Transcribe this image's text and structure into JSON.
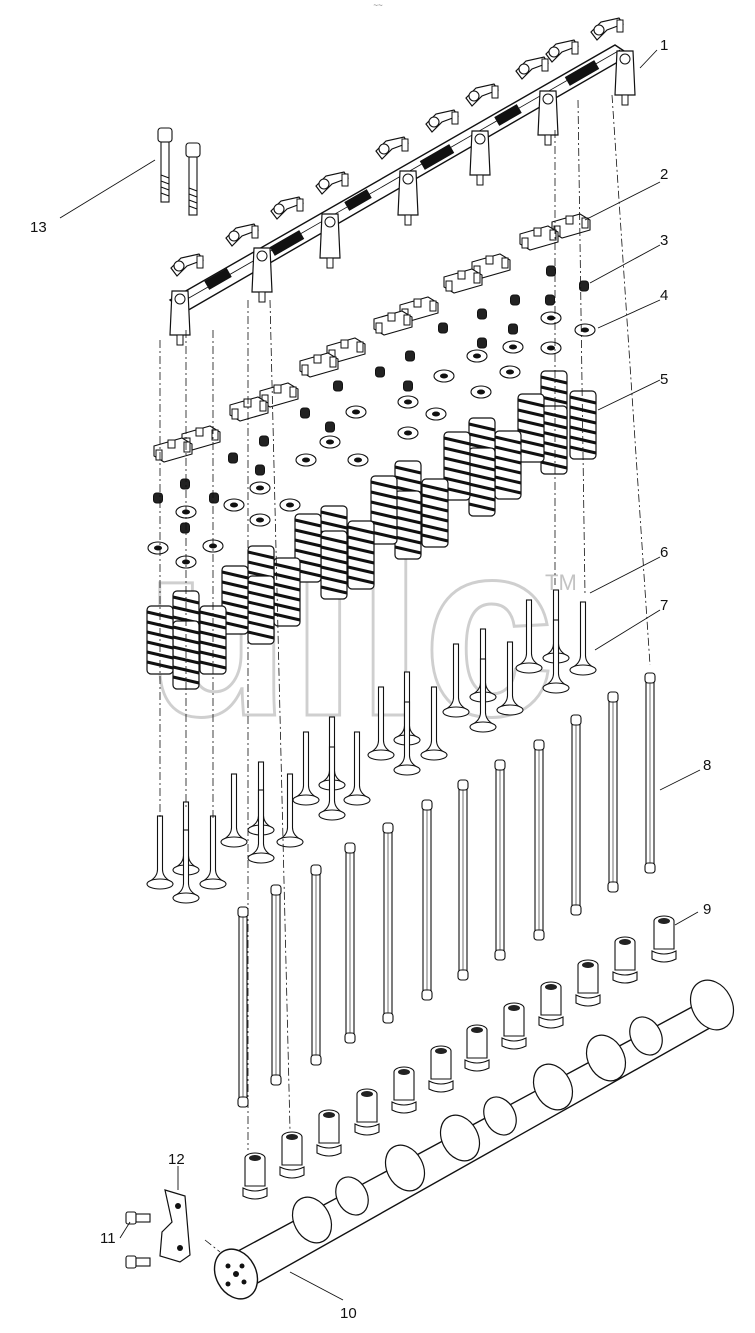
{
  "diagram": {
    "type": "exploded-parts-view",
    "callouts": [
      "1",
      "2",
      "3",
      "4",
      "5",
      "6",
      "7",
      "8",
      "9",
      "10",
      "11",
      "12",
      "13"
    ],
    "watermark": {
      "text": "ullc",
      "mark": "TM"
    },
    "top_mark": "~~"
  }
}
